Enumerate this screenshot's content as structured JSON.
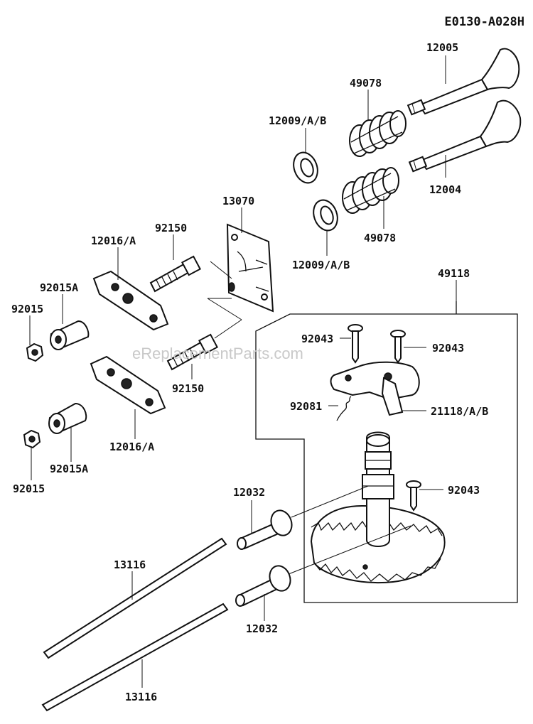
{
  "diagram_code": "E0130-A028H",
  "watermark": "eReplacementParts.com",
  "callouts": {
    "valve_exhaust": "12005",
    "valve_intake": "12004",
    "spring_upper": "49078",
    "spring_lower": "49078",
    "retainer_upper": "12009/A/B",
    "retainer_lower": "12009/A/B",
    "guide_plate": "13070",
    "stud_upper": "92150",
    "stud_lower": "92150",
    "rocker_upper": "12016/A",
    "rocker_lower": "12016/A",
    "pivot_upper": "92015A",
    "pivot_lower": "92015A",
    "nut_upper": "92015",
    "nut_lower": "92015",
    "camshaft_assy": "49118",
    "bolt_left": "92043",
    "bolt_right": "92043",
    "bolt_gear": "92043",
    "spring_small": "92081",
    "weight": "21118/A/B",
    "tappet_upper": "12032",
    "tappet_lower": "12032",
    "pushrod_upper": "13116",
    "pushrod_lower": "13116"
  }
}
